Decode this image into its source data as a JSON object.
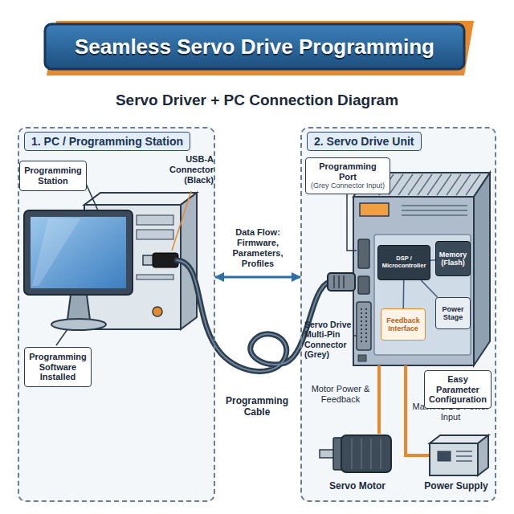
{
  "diagram": {
    "title": "Seamless Servo Drive Programming",
    "nodes": [
      {
        "text": [
          "1. PC / Programming Station"
        ]
      },
      {
        "text": [
          "Programming Station"
        ],
        "in": 0
      },
      {
        "text": [
          "Programming Software Installed"
        ],
        "in": 0
      },
      {
        "text": [
          "2. Servo Drive Unit"
        ]
      },
      {
        "text": [
          "Programming Port",
          "(Grey Connector Input)"
        ],
        "in": 3
      },
      {
        "text": [
          "DSP / Microcontroller"
        ],
        "in": 3
      },
      {
        "text": [
          "Memory (Flash)"
        ],
        "in": 3
      },
      {
        "text": [
          "Feedback Interface"
        ],
        "in": 3
      },
      {
        "text": [
          "Power Stage"
        ],
        "in": 3
      },
      {
        "text": [
          "Easy Parameter Configuration"
        ],
        "in": 3
      }
    ],
    "edges": [
      {
        "from": 0,
        "to": 3,
        "label": "Data Flow: Firmware, Parameters, Profiles",
        "arrow": "both"
      },
      {
        "from": 5,
        "to": 6,
        "arrow": "none"
      },
      {
        "from": 5,
        "to": 7,
        "arrow": "none"
      },
      {
        "from": 5,
        "to": 8,
        "arrow": "none"
      }
    ],
    "labels": [
      "Servo Driver + PC Connection Diagram",
      "USB-A Connector (Black)",
      "Programming Cable",
      "Servo Drive Multi-Pin Connector (Grey)",
      "Motor Power & Feedback",
      "Main AC/DC Power Input",
      "Servo Motor",
      "Power Supply"
    ]
  }
}
